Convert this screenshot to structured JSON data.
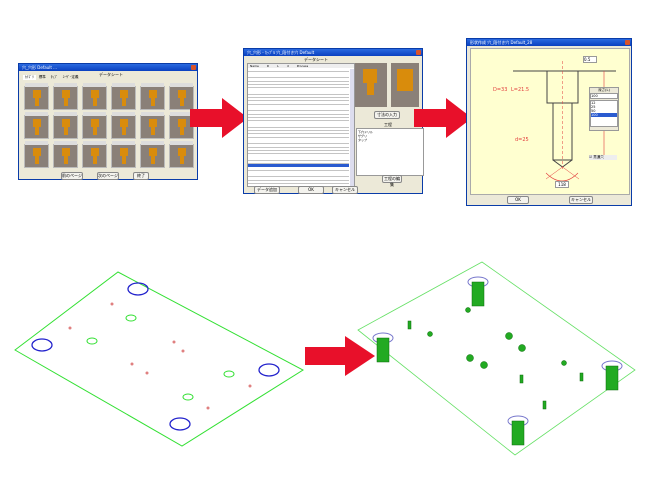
{
  "window1": {
    "title": "穴_穴形 Default ...",
    "group": "データシート",
    "tabs": [
      "ｶﾃｺﾞﾘ",
      "標準",
      "ﾀｯﾌﾟ",
      "ﾕｰｻﾞｰ定義"
    ],
    "buttons": [
      "前のページ",
      "次のページ",
      "終了"
    ]
  },
  "window2": {
    "title": "穴_穴形 - ｶｯﾌﾟﾙ 穴_段付き穴 Default",
    "group": "データシート",
    "columns": [
      "Name",
      "D",
      "L",
      "d",
      "Process"
    ],
    "buttons": [
      "データ追加",
      "OK",
      "キャンセル"
    ],
    "preview_button": "寸法の入力",
    "process_label": "工程",
    "process_items": [
      "下穴ドリル",
      "ザグリ",
      "タップ"
    ],
    "process_button": "工程の編集"
  },
  "window3": {
    "title": "形状作成 穴_段付き穴 Default_28",
    "D_label": "D=33",
    "L_label": "L=21.5",
    "d_label": "d=25",
    "top_dim": "0.5",
    "angle": "118",
    "depth_label": "深さ(L)",
    "depth_value": "100",
    "depth_options": [
      "12",
      "25",
      "50",
      "100"
    ],
    "through_label": "貫通穴",
    "ok": "OK",
    "cancel": "キャンセル"
  },
  "colors": {
    "arrow": "#e8102a",
    "outline": "#33e033",
    "hole": "#2222cc",
    "gold": "#d98c0c"
  }
}
